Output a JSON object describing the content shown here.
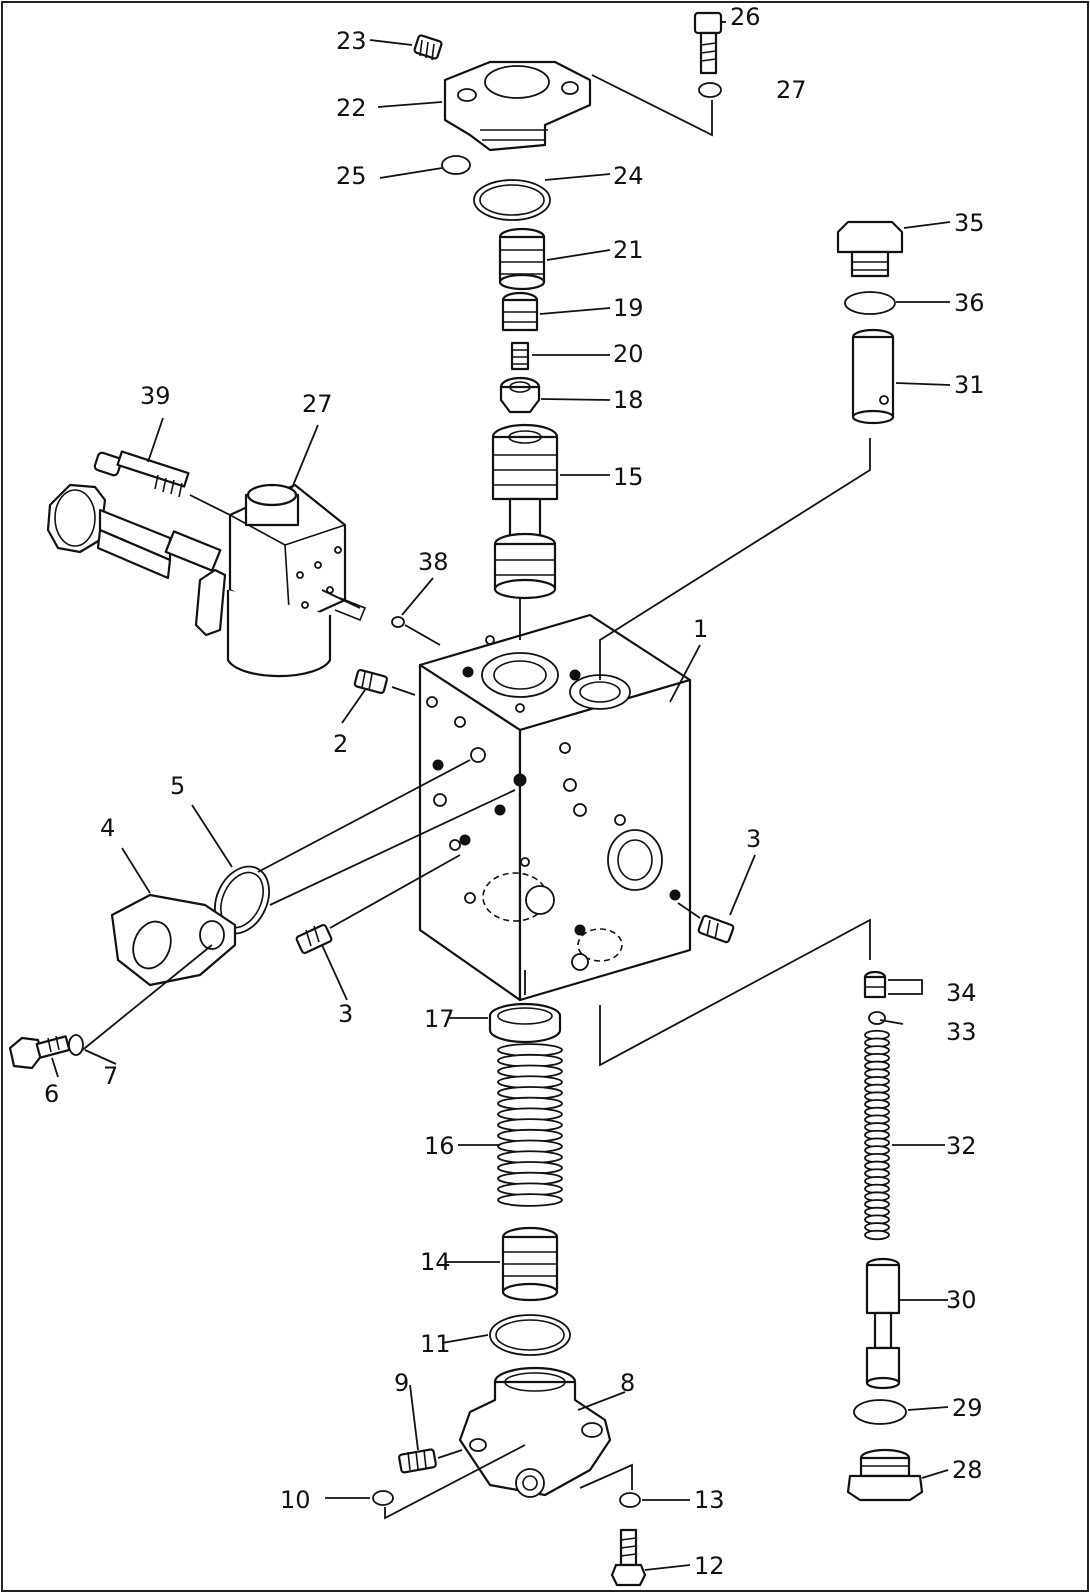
{
  "labels": {
    "p1": "1",
    "p2": "2",
    "p3a": "3",
    "p3b": "3",
    "p4": "4",
    "p5": "5",
    "p6": "6",
    "p7": "7",
    "p8": "8",
    "p9": "9",
    "p10": "10",
    "p11": "11",
    "p12": "12",
    "p13": "13",
    "p14": "14",
    "p15": "15",
    "p16": "16",
    "p17": "17",
    "p18": "18",
    "p19": "19",
    "p20": "20",
    "p21": "21",
    "p22": "22",
    "p23": "23",
    "p24": "24",
    "p25": "25",
    "p26": "26",
    "p27a": "27",
    "p27b": "27",
    "p28": "28",
    "p29": "29",
    "p30": "30",
    "p31": "31",
    "p32": "32",
    "p33": "33",
    "p34": "34",
    "p35": "35",
    "p36": "36",
    "p38": "38",
    "p39": "39"
  }
}
